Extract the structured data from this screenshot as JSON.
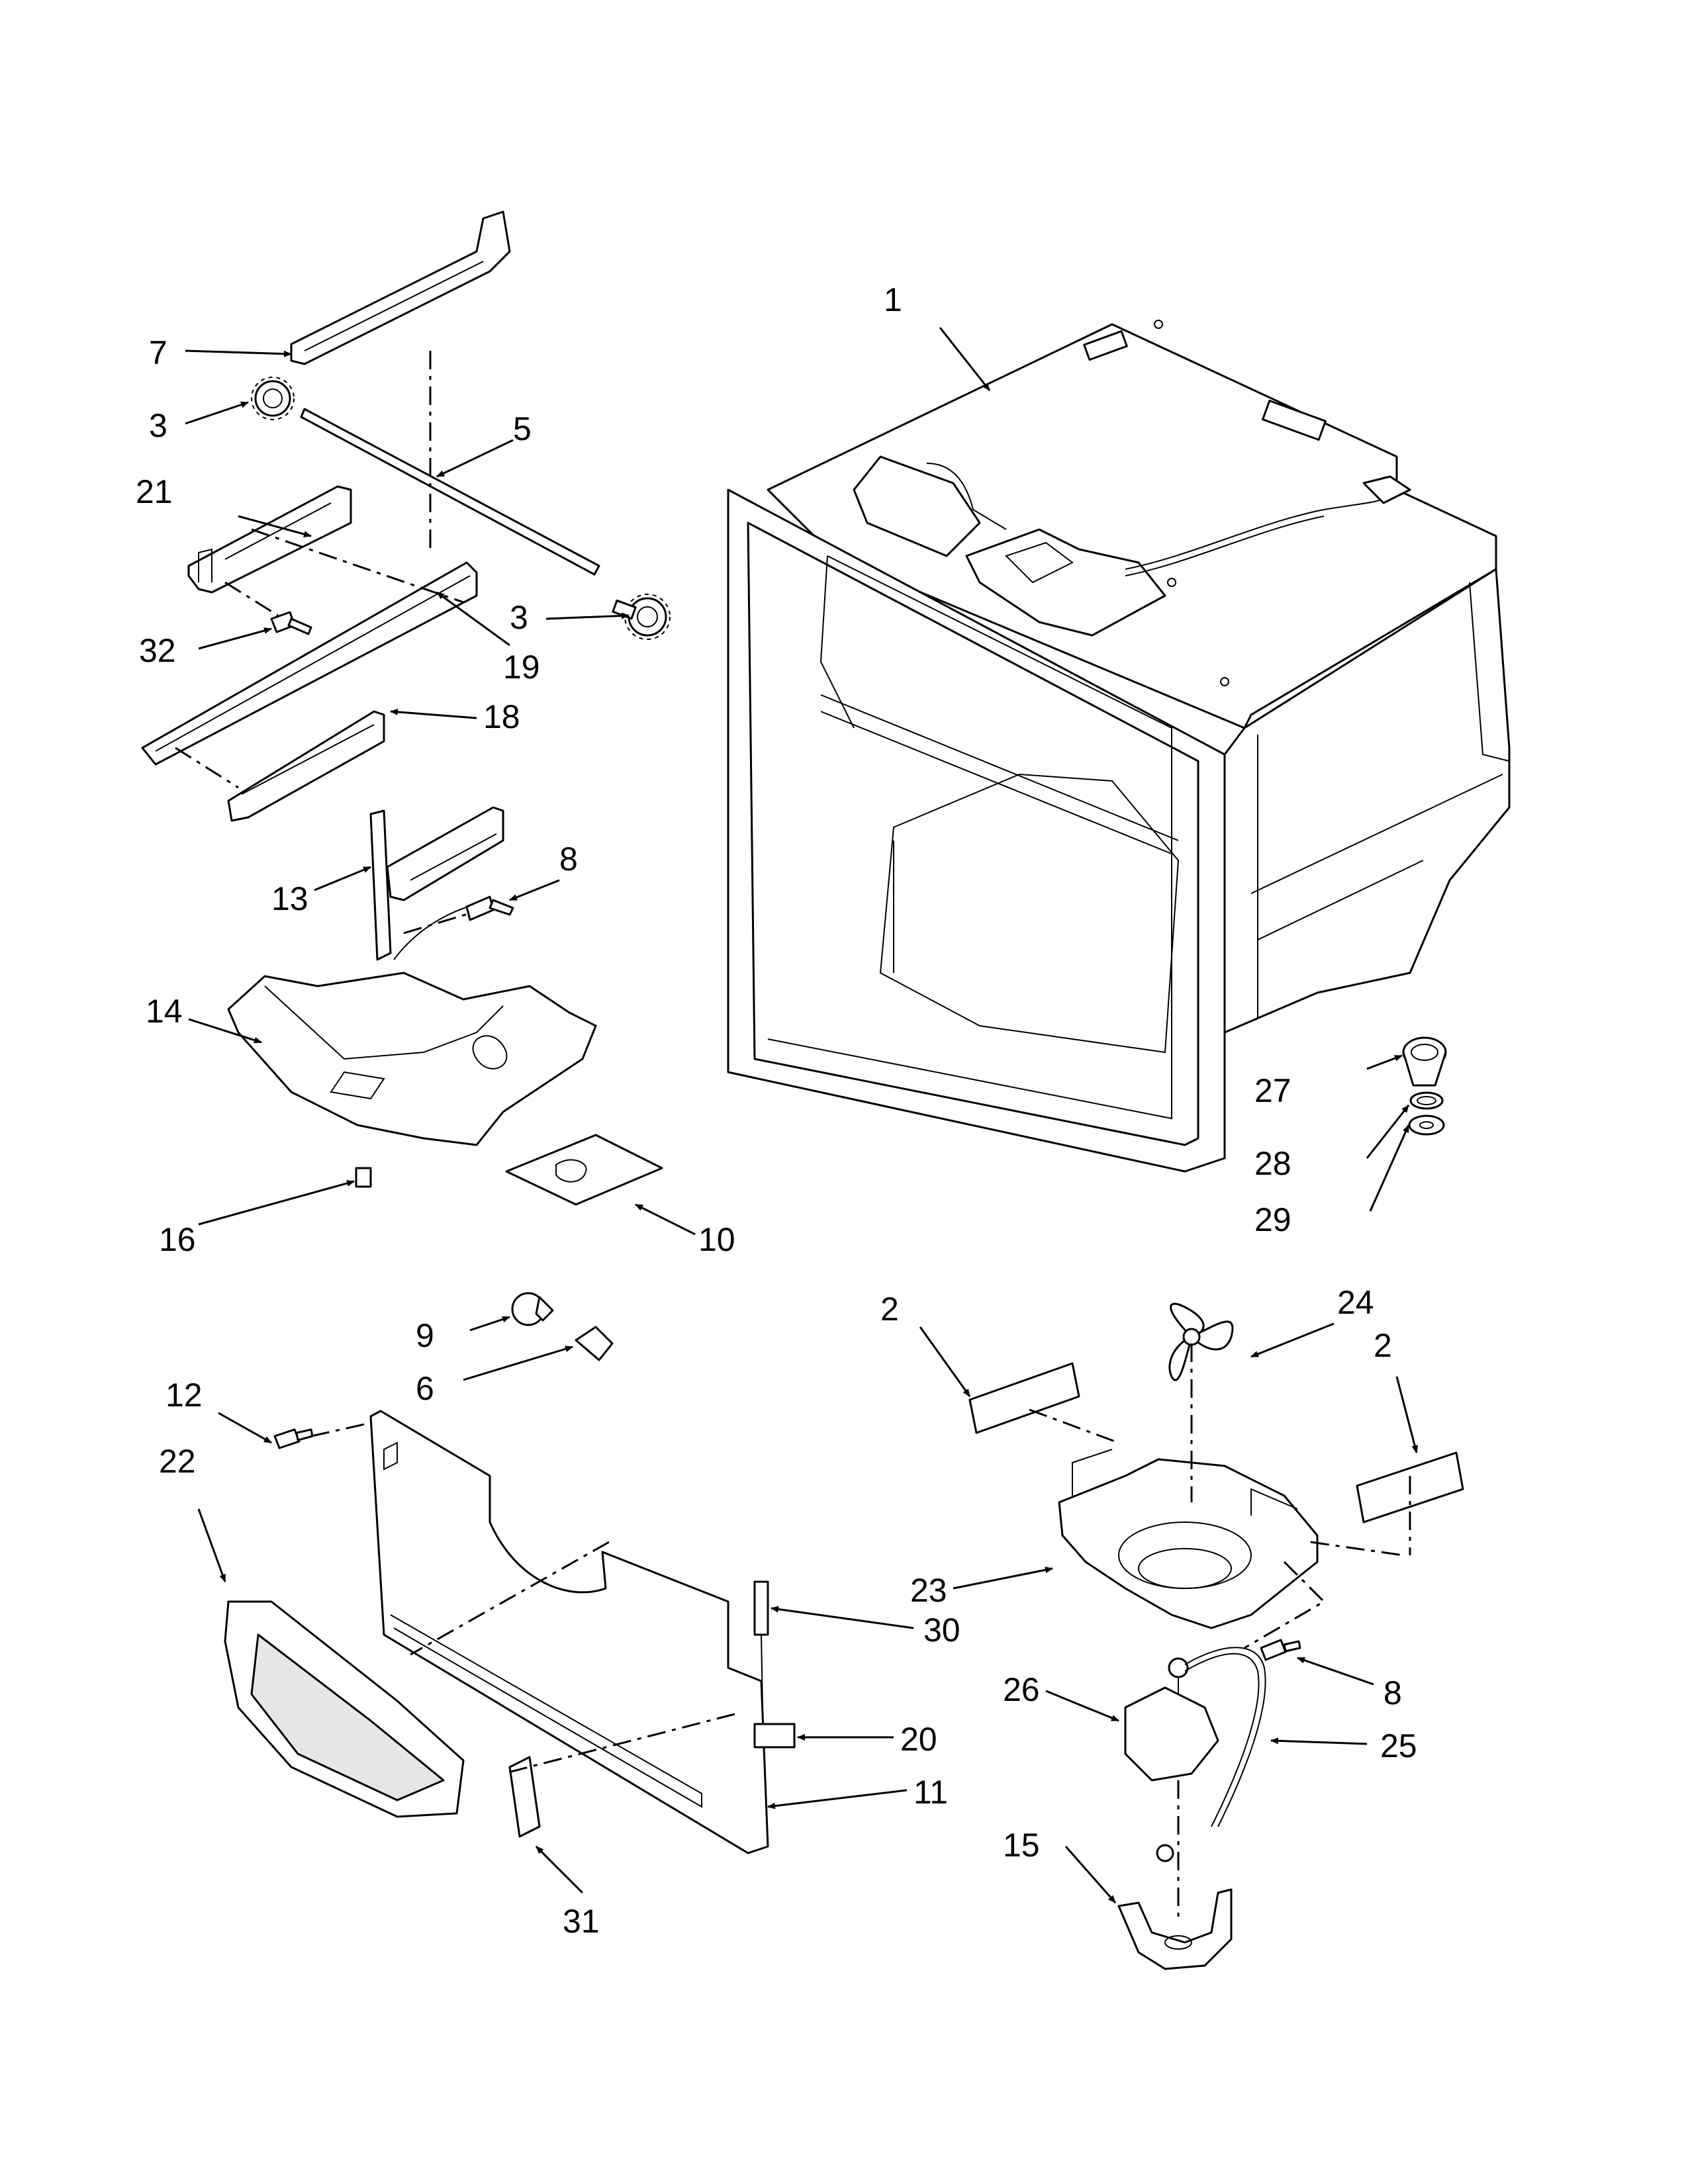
{
  "callouts": [
    {
      "id": "c1",
      "label": "1"
    },
    {
      "id": "c2a",
      "label": "2"
    },
    {
      "id": "c2b",
      "label": "2"
    },
    {
      "id": "c3a",
      "label": "3"
    },
    {
      "id": "c3b",
      "label": "3"
    },
    {
      "id": "c5",
      "label": "5"
    },
    {
      "id": "c6",
      "label": "6"
    },
    {
      "id": "c7",
      "label": "7"
    },
    {
      "id": "c8a",
      "label": "8"
    },
    {
      "id": "c8b",
      "label": "8"
    },
    {
      "id": "c9",
      "label": "9"
    },
    {
      "id": "c10",
      "label": "10"
    },
    {
      "id": "c11",
      "label": "11"
    },
    {
      "id": "c12",
      "label": "12"
    },
    {
      "id": "c13",
      "label": "13"
    },
    {
      "id": "c14",
      "label": "14"
    },
    {
      "id": "c15",
      "label": "15"
    },
    {
      "id": "c16",
      "label": "16"
    },
    {
      "id": "c18",
      "label": "18"
    },
    {
      "id": "c19",
      "label": "19"
    },
    {
      "id": "c20",
      "label": "20"
    },
    {
      "id": "c21",
      "label": "21"
    },
    {
      "id": "c22",
      "label": "22"
    },
    {
      "id": "c23",
      "label": "23"
    },
    {
      "id": "c24",
      "label": "24"
    },
    {
      "id": "c25",
      "label": "25"
    },
    {
      "id": "c26",
      "label": "26"
    },
    {
      "id": "c27",
      "label": "27"
    },
    {
      "id": "c28",
      "label": "28"
    },
    {
      "id": "c29",
      "label": "29"
    },
    {
      "id": "c30",
      "label": "30"
    },
    {
      "id": "c31",
      "label": "31"
    },
    {
      "id": "c32",
      "label": "32"
    }
  ]
}
